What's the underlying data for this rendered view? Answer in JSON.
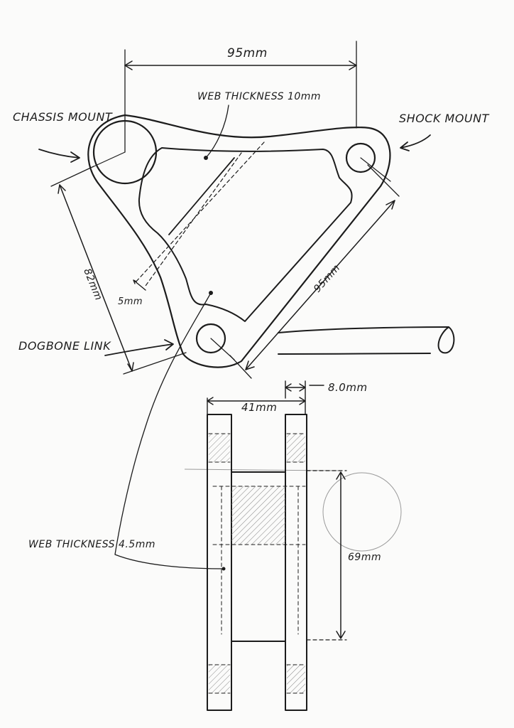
{
  "labels": {
    "top_width": "95mm",
    "web_thickness_top": "WEB THICKNESS 10mm",
    "chassis_mount": "CHASSIS MOUNT",
    "shock_mount": "SHOCK MOUNT",
    "left_height": "82mm",
    "inset": "5mm",
    "diag_length": "95mm",
    "dogbone_link": "DOGBONE LINK",
    "plate_thickness": "8.0mm",
    "overall_width": "41mm",
    "web_thickness_bottom": "WEB THICKNESS 4.5mm",
    "spacer_height": "69mm"
  },
  "colors": {
    "ink": "#1c1c1c",
    "paper": "#fbfbfa",
    "faint": "#9a9a9a"
  }
}
